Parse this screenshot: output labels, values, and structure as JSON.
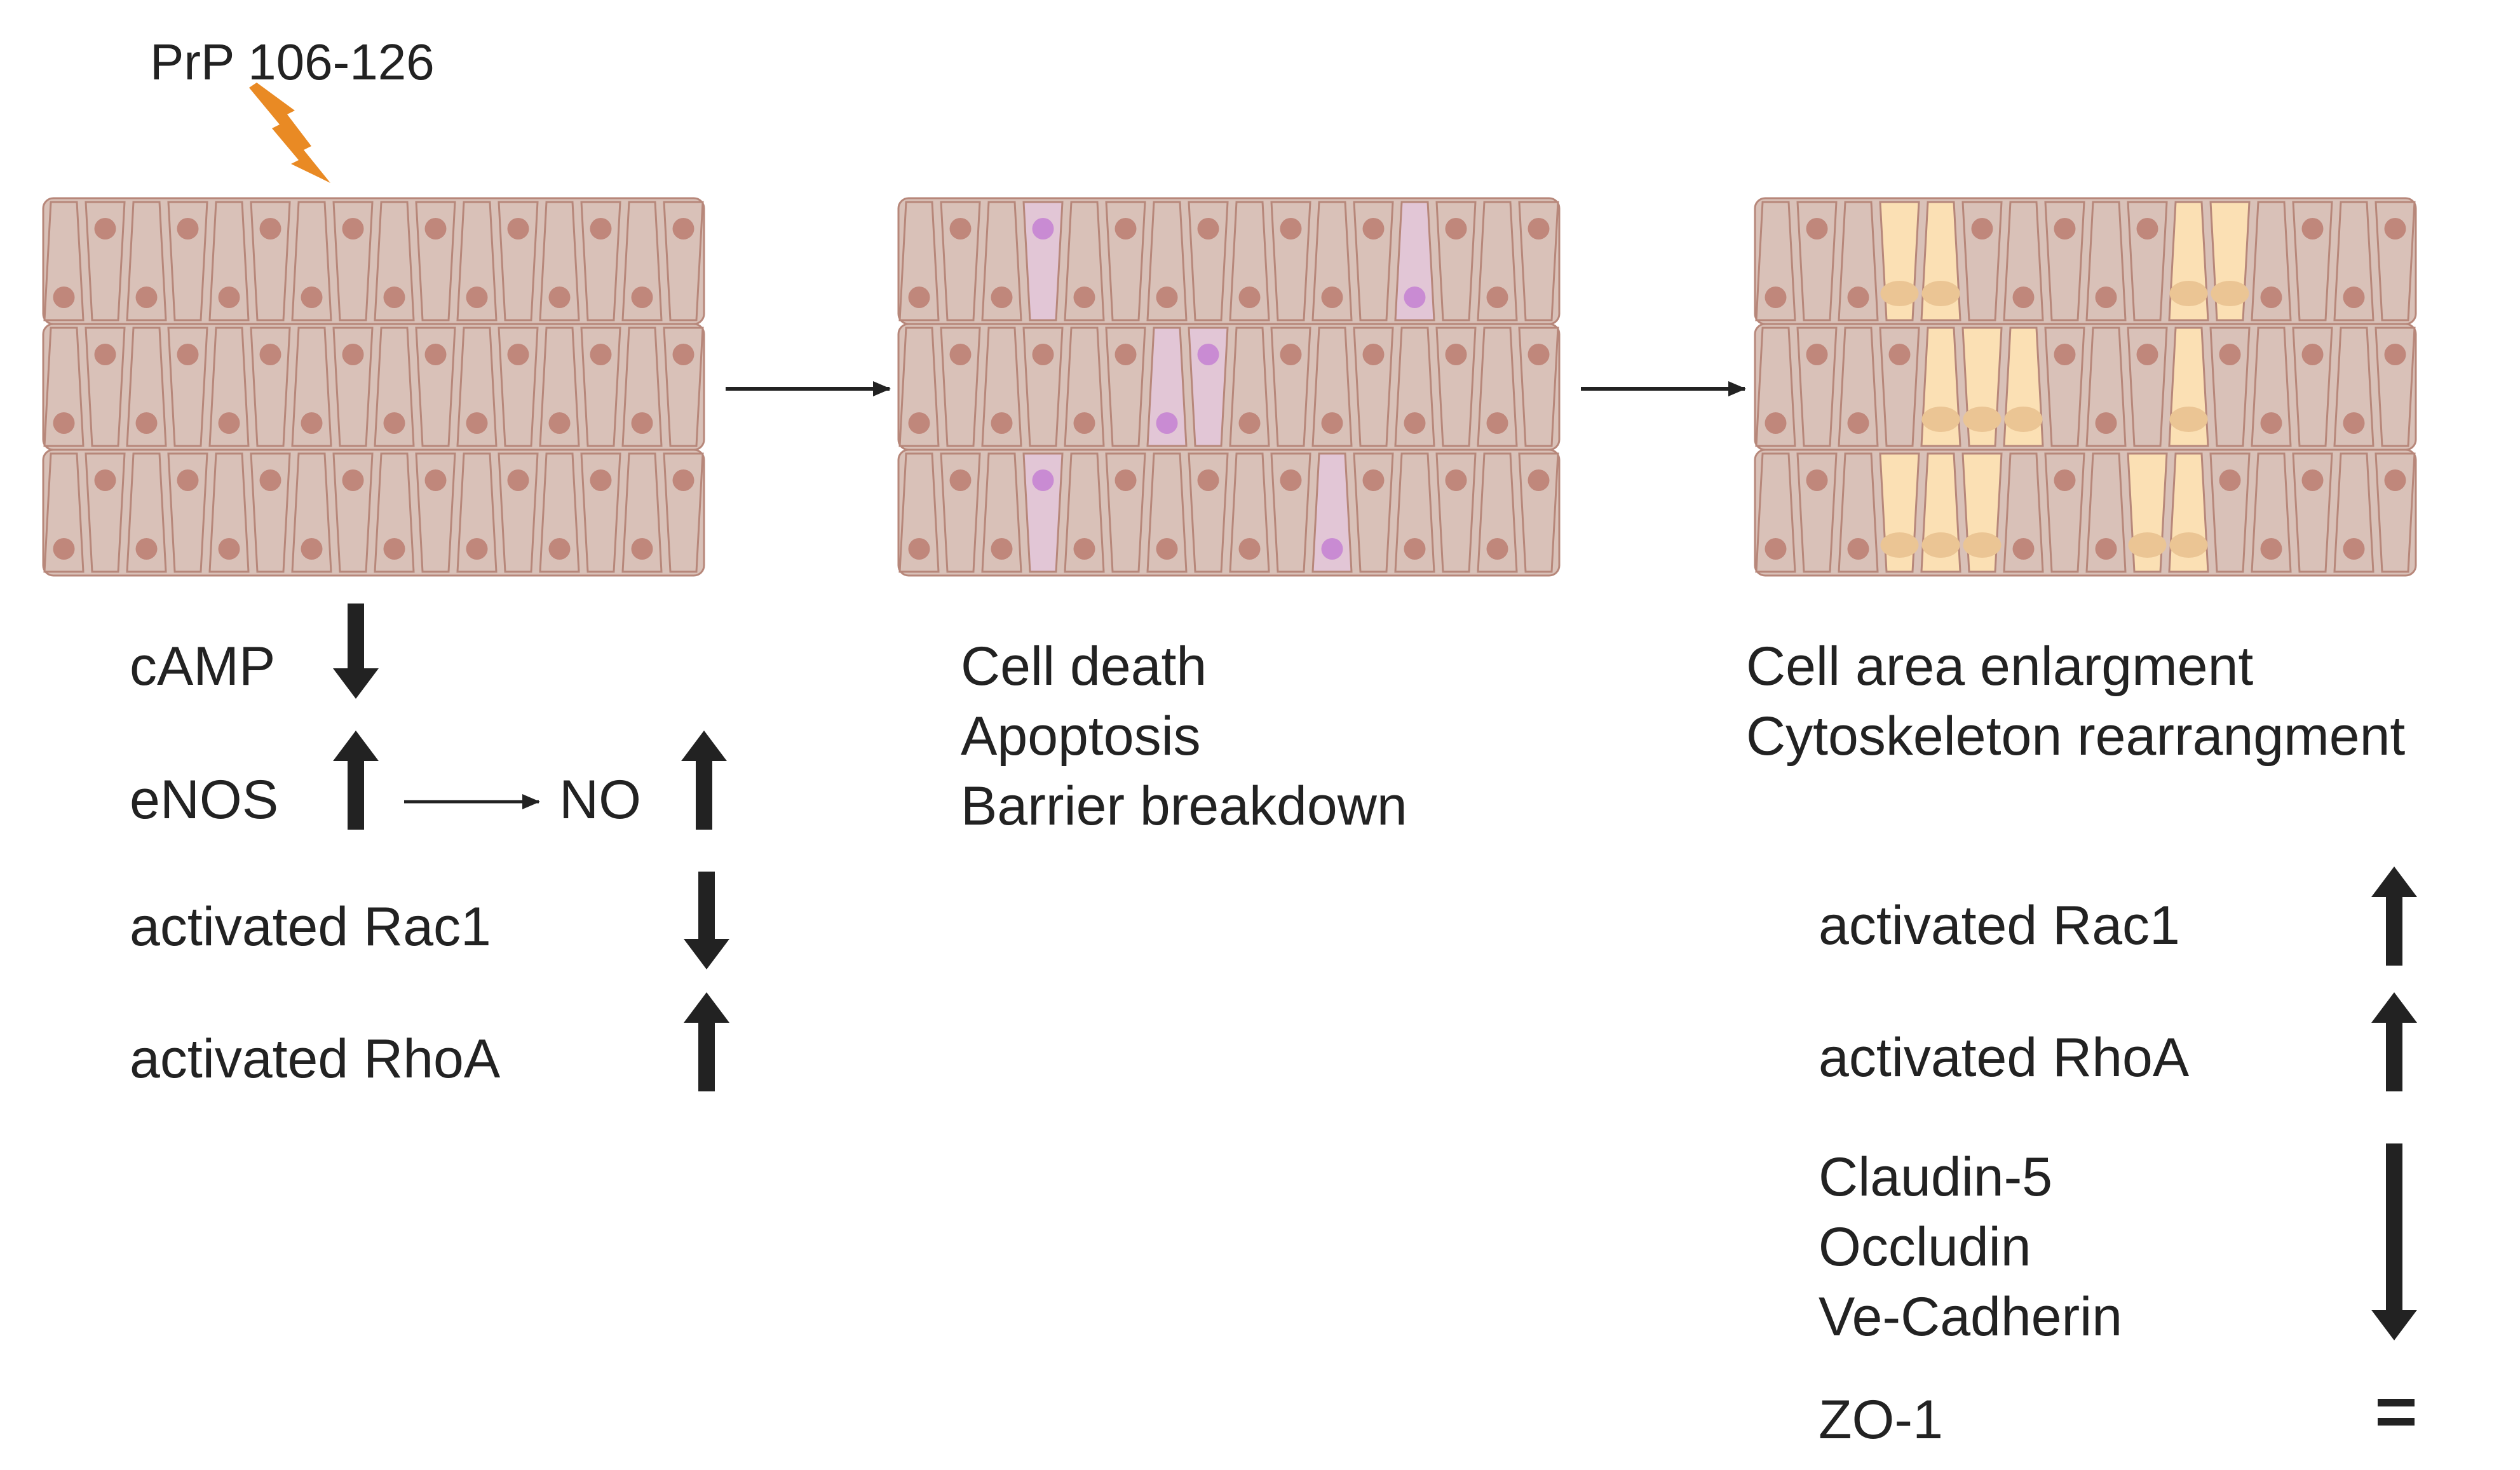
{
  "stimulus": {
    "label": "PrP 106-126"
  },
  "panel1": {
    "markers": [
      {
        "label": "cAMP",
        "direction": "down"
      },
      {
        "label": "eNOS",
        "direction": "up"
      },
      {
        "label": "NO",
        "direction": "up"
      },
      {
        "label": "activated Rac1",
        "direction": "down"
      },
      {
        "label": "activated RhoA",
        "direction": "up"
      }
    ]
  },
  "panel2": {
    "effects": [
      "Cell death",
      "Apoptosis",
      "Barrier breakdown"
    ]
  },
  "panel3": {
    "effects": [
      "Cell area enlargment",
      "Cytoskeleton rearrangment"
    ],
    "markers": [
      {
        "label": "activated Rac1",
        "direction": "up"
      },
      {
        "label": "activated RhoA",
        "direction": "up"
      },
      {
        "label": "Claudin-5",
        "direction": "down"
      },
      {
        "label": "Occludin",
        "direction": "down"
      },
      {
        "label": "Ve-Cadherin",
        "direction": "down"
      },
      {
        "label": "ZO-1",
        "direction": "unchanged",
        "symbol": "="
      }
    ]
  },
  "colors": {
    "cell_fill": "#d9c1b8",
    "cell_stroke": "#b7877a",
    "nucleus": "#c0877b",
    "dead_cell_fill": "#e2c6d6",
    "dead_nucleus": "#c98bd3",
    "enlarged_cell_fill": "#fbe0b4",
    "enlarged_nucleus": "#ebc594",
    "lightning": "#e98a24",
    "arrow": "#222222"
  }
}
